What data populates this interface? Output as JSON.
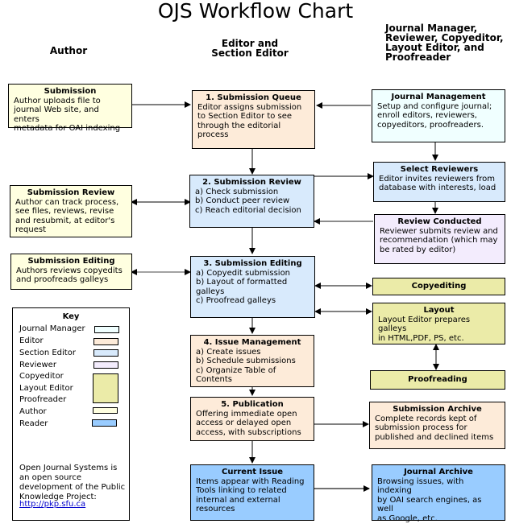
{
  "title": "OJS Workflow Chart",
  "columns": {
    "author": "Author",
    "editor": "Editor and\nSection Editor",
    "others": "Journal Manager,\nReviewer, Copyeditor,\nLayout Editor, and\nProofreader"
  },
  "colors": {
    "journal_manager": "#f0ffff",
    "editor": "#fdebd9",
    "section_editor": "#d8eafc",
    "reviewer": "#f3ecfd",
    "copyeditor_layout_proofreader": "#ebeba8",
    "author": "#ffffe0",
    "reader": "#99ccff"
  },
  "boxes": {
    "author_submission": {
      "title": "Submission",
      "body": "Author uploads file to\njournal Web site, and enters\nmetadata for OAI indexing"
    },
    "author_review": {
      "title": "Submission Review",
      "body": "Author can track process,\nsee files, reviews, revise\nand resubmit, at editor's\nrequest"
    },
    "author_editing": {
      "title": "Submission Editing",
      "body": "Authors reviews copyedits\nand proofreads galleys"
    },
    "queue": {
      "title": "1. Submission Queue",
      "body": "Editor assigns submission\nto Section Editor to see\nthrough the editorial\nprocess"
    },
    "review": {
      "title": "2. Submission Review",
      "body": "a) Check submission\nb) Conduct peer review\nc) Reach editorial decision"
    },
    "editing": {
      "title": "3. Submission Editing",
      "body": "a) Copyedit submission\nb) Layout of formatted\ngalleys\nc) Proofread galleys"
    },
    "issue": {
      "title": "4. Issue Management",
      "body": "a) Create issues\nb) Schedule submissions\nc) Organize Table of\nContents"
    },
    "publication": {
      "title": "5. Publication",
      "body": "Offering immediate open\naccess or delayed open\naccess, with subscriptions"
    },
    "current_issue": {
      "title": "Current Issue",
      "body": "Items appear with Reading\nTools linking to related\ninternal and external\nresources"
    },
    "journal_management": {
      "title": "Journal Management",
      "body": "Setup and configure journal;\nenroll editors, reviewers,\ncopyeditors, proofreaders."
    },
    "select_reviewers": {
      "title": "Select Reviewers",
      "body": "Editor invites reviewers from\ndatabase with interests, load"
    },
    "review_conducted": {
      "title": "Review Conducted",
      "body": "Reviewer submits review and\nrecommendation (which may\nbe rated by editor)"
    },
    "copyediting": {
      "title": "Copyediting"
    },
    "layout": {
      "title": "Layout",
      "body": "Layout Editor prepares galleys\nin HTML,PDF, PS, etc."
    },
    "proofreading": {
      "title": "Proofreading"
    },
    "submission_archive": {
      "title": "Submission Archive",
      "body": "Complete records kept of\nsubmission process for\npublished and declined items"
    },
    "journal_archive": {
      "title": "Journal Archive",
      "body": "Browsing issues, with indexing\nby OAI search engines, as well\nas Google, etc."
    }
  },
  "key": {
    "title": "Key",
    "items": [
      "Journal Manager",
      "Editor",
      "Section Editor",
      "Reviewer",
      "Copyeditor",
      "Layout Editor",
      "Proofreader",
      "Author",
      "Reader"
    ]
  },
  "footer": {
    "text": "Open Journal Systems is\nan open source\ndevelopment of the Public\nKnowledge Project:",
    "link": "http://pkp.sfu.ca"
  }
}
